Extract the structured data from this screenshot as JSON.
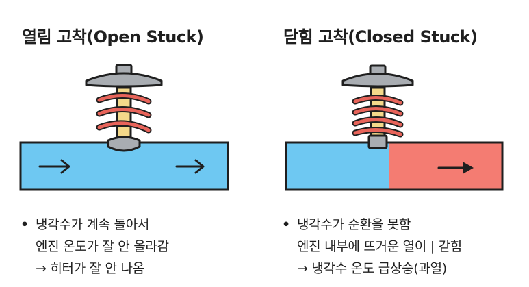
{
  "left": {
    "title": "열림 고착(Open Stuck)",
    "bullet": "•",
    "lines": [
      "냉각수가 계속 돌아서",
      "엔진 온도가 잘 안 올라감",
      "→ 히터가 잘 안 나옴"
    ],
    "colors": {
      "pipe": "#6ec8f2"
    }
  },
  "right": {
    "title": "닫힘 고착(Closed Stuck)",
    "bullet": "•",
    "lines": [
      "냉각수가 순환을 못함",
      "엔진 내부에 뜨거운 열이 | 갇힘",
      "→ 냉각수 온도 급상승(과열)"
    ],
    "colors": {
      "pipe_cold": "#6ec8f2",
      "pipe_hot": "#f47c72"
    }
  },
  "colors": {
    "spring": "#e8645a",
    "stem": "#f4d98a",
    "cap": "#a9adb2",
    "outline": "#1f1f1f"
  },
  "icons": [
    "flow-arrow-icon",
    "thermostat-valve-icon"
  ]
}
